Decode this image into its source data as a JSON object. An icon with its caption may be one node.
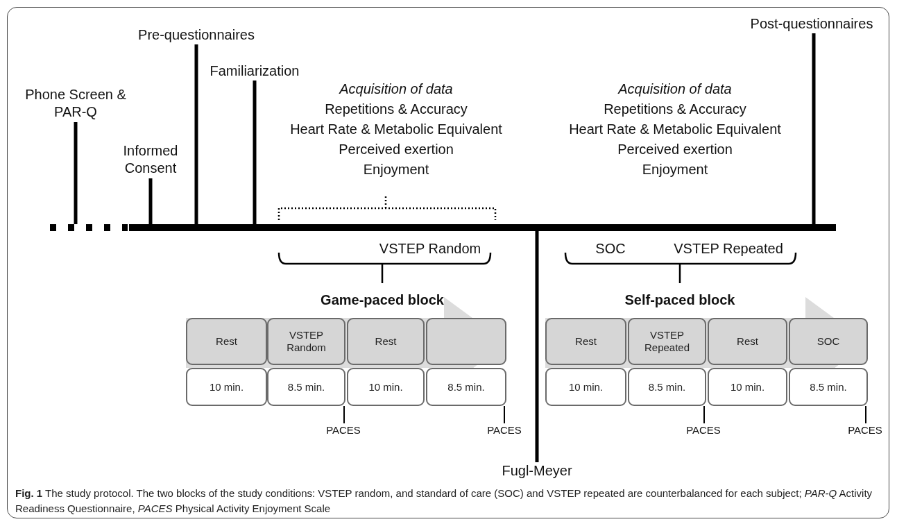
{
  "diagram": {
    "caption": "**Fig. 1** The study protocol. The two blocks of the study conditions: VSTEP random, and standard of care (SOC) and VSTEP repeated are counterbalanced for each subject; *PAR-Q* Activity Readiness Questionnaire, *PACES* Physical Activity Enjoyment Scale",
    "nodes": [
      {
        "text": [],
        "shape": "bar"
      },
      {
        "text": [
          "Phone Screen & PAR-Q"
        ]
      },
      {
        "text": [
          "Informed Consent"
        ]
      },
      {
        "text": [
          "Pre-questionnaires"
        ]
      },
      {
        "text": [
          "Familiarization"
        ]
      },
      {
        "text": [
          "Post-questionnaires"
        ]
      },
      {
        "text": [
          "Rest"
        ]
      },
      {
        "text": [
          "VSTEP Random"
        ]
      },
      {
        "text": [
          "Rest"
        ]
      },
      {
        "text": [],
        "shape": "box"
      },
      {
        "text": [
          "Rest"
        ]
      },
      {
        "text": [
          "VSTEP Repeated"
        ]
      },
      {
        "text": [
          "Rest"
        ]
      },
      {
        "text": [
          "SOC"
        ]
      },
      {
        "text": [
          "10 min."
        ]
      },
      {
        "text": [
          "8.5 min."
        ]
      },
      {
        "text": [
          "10 min."
        ]
      },
      {
        "text": [
          "8.5 min."
        ]
      },
      {
        "text": [
          "10 min."
        ]
      },
      {
        "text": [
          "8.5 min."
        ]
      },
      {
        "text": [
          "10 min."
        ]
      },
      {
        "text": [
          "8.5 min."
        ]
      },
      {
        "text": [
          "Fugl-Meyer"
        ]
      },
      {
        "text": [
          "PACES"
        ]
      },
      {
        "text": [
          "PACES"
        ]
      },
      {
        "text": [
          "PACES"
        ]
      },
      {
        "text": [
          "PACES"
        ]
      }
    ],
    "edges": [
      {
        "from": 1,
        "to": 0,
        "arrow": "none"
      },
      {
        "from": 2,
        "to": 0,
        "arrow": "none"
      },
      {
        "from": 3,
        "to": 0,
        "arrow": "none"
      },
      {
        "from": 4,
        "to": 0,
        "arrow": "none"
      },
      {
        "from": 5,
        "to": 0,
        "arrow": "none"
      },
      {
        "from": 22,
        "to": 0,
        "arrow": "none"
      },
      {
        "from": 23,
        "to": 15,
        "arrow": "none"
      },
      {
        "from": 24,
        "to": 17,
        "arrow": "none"
      },
      {
        "from": 25,
        "to": 19,
        "arrow": "none"
      },
      {
        "from": 26,
        "to": 21,
        "arrow": "none"
      },
      {
        "from": 6,
        "to": 9,
        "arrow": "to",
        "style": "thick"
      },
      {
        "from": 10,
        "to": 13,
        "arrow": "to",
        "style": "thick"
      }
    ],
    "labels": [
      "Acquisition of data",
      "Repetitions & Accuracy",
      "Heart Rate & Metabolic Equivalent",
      "Perceived exertion",
      "Enjoyment",
      "Acquisition of data",
      "Repetitions & Accuracy",
      "Heart Rate & Metabolic Equivalent",
      "Perceived exertion",
      "Enjoyment",
      "VSTEP Random",
      "SOC",
      "VSTEP Repeated",
      "Game-paced block",
      "Self-paced block"
    ]
  }
}
